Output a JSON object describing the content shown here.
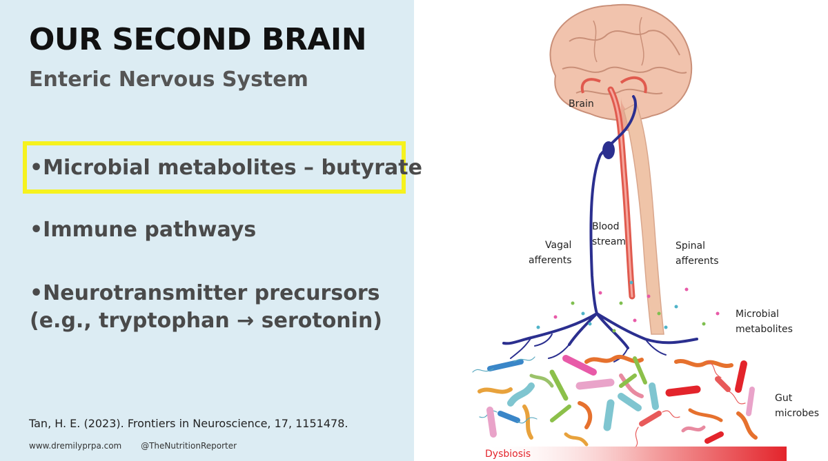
{
  "slide": {
    "title": "OUR SECOND BRAIN",
    "subtitle": "Enteric Nervous System",
    "bullets": [
      "•Microbial metabolites – butyrate",
      "•Immune pathways",
      "•Neurotransmitter precursors",
      "(e.g., tryptophan → serotonin)"
    ],
    "citation": "Tan, H. E. (2023). Frontiers in Neuroscience, 17, 1151478.",
    "footer": {
      "website": "www.dremilyprpa.com",
      "handle": "@TheNutritionReporter"
    }
  },
  "diagram": {
    "labels": {
      "brain": "Brain",
      "blood_1": "Blood",
      "blood_2": "stream",
      "vagal_1": "Vagal",
      "vagal_2": "afferents",
      "spinal_1": "Spinal",
      "spinal_2": "afferents",
      "microbial_1": "Microbial",
      "microbial_2": "metabolites",
      "gut_1": "Gut",
      "gut_2": "microbes",
      "dysbiosis": "Dysbiosis"
    },
    "colors": {
      "highlight_border": "#f6f21e",
      "left_background": "#dcecf3",
      "brain": "#f1c3ad",
      "vagal_nerve": "#2b2f8f",
      "blood_vessel": "#e05a4e",
      "spinal_cord": "#efc4a8",
      "dysbiosis": "#e3242b"
    }
  }
}
